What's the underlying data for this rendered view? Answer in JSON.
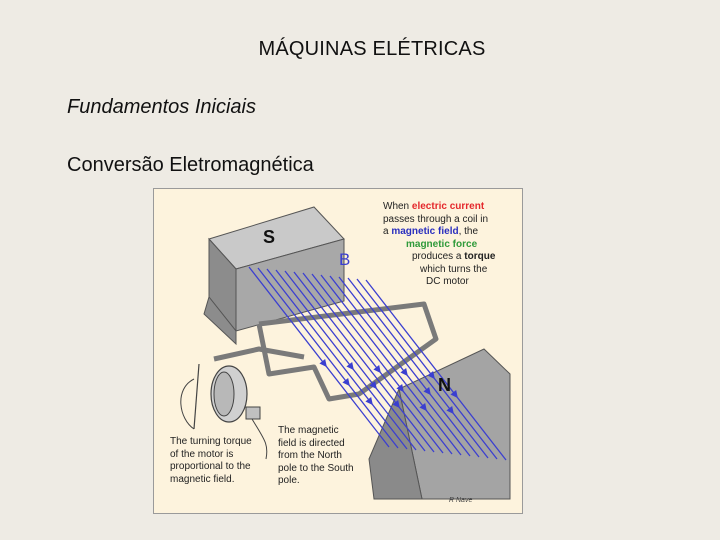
{
  "slide": {
    "title": "MÁQUINAS ELÉTRICAS",
    "subtitle": "Fundamentos Iniciais",
    "body": "Conversão Eletromagnética"
  },
  "figure": {
    "pole_s": "S",
    "pole_n": "N",
    "field_label": "B",
    "caption_top": {
      "w1": "When",
      "w2": "electric current",
      "w3": "passes through a  coil in",
      "w4": "a",
      "w5": "magnetic field",
      "w6": ", the",
      "w7": "magnetic force",
      "w8": "produces a",
      "w9": "torque",
      "w10": "which turns the",
      "w11": "DC motor"
    },
    "caption_left": {
      "l1": "The turning torque",
      "l2": "of the motor is",
      "l3": "proportional to the",
      "l4": "magnetic field."
    },
    "caption_bottom": {
      "l1": "The magnetic",
      "l2": "field is directed",
      "l3": "from the  North",
      "l4": "pole to the South",
      "l5": "pole."
    },
    "credit": "R Nave",
    "colors": {
      "field_lines": "#3b3fd0",
      "magnet": "#9b9b9b",
      "background": "#fdf3dd",
      "current_text": "#e4282c",
      "force_text": "#2f9a3a"
    }
  }
}
